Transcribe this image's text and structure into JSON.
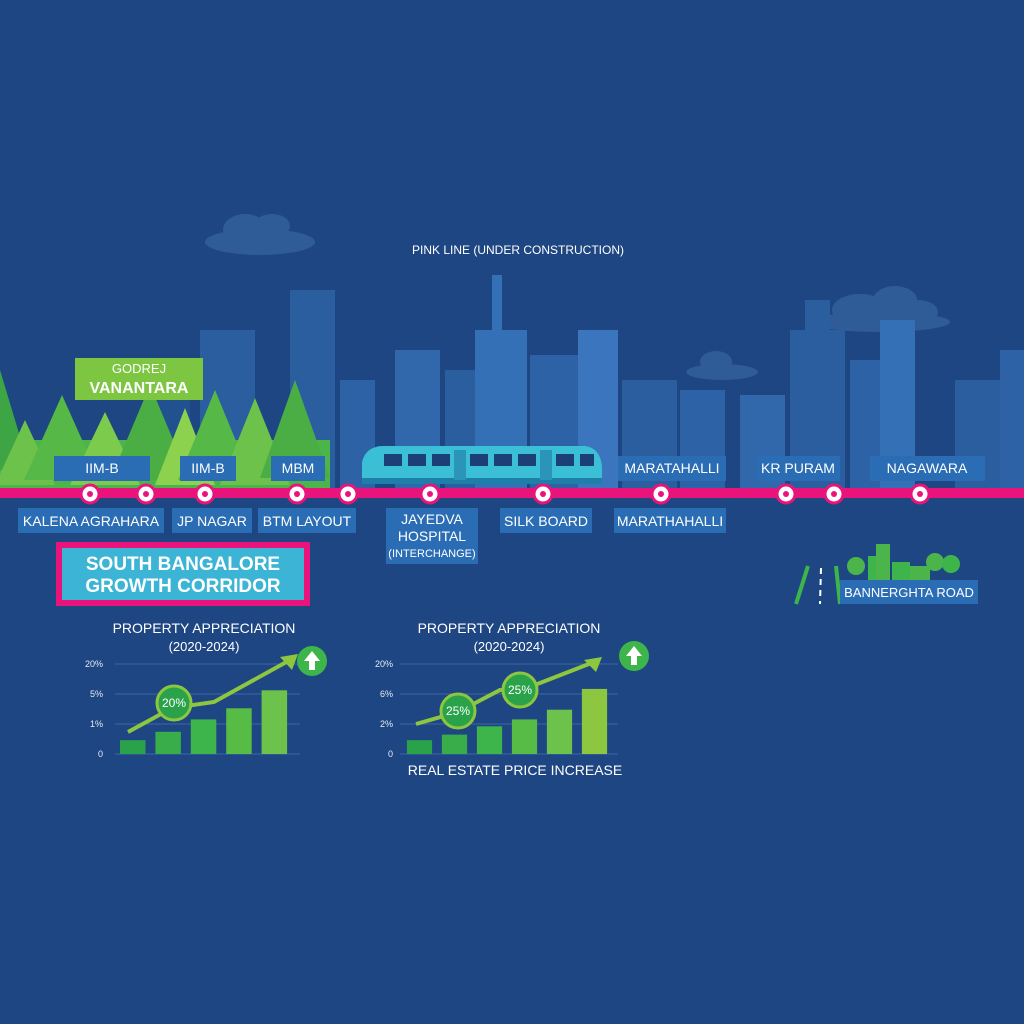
{
  "line_title": "PINK LINE (UNDER CONSTRUCTION)",
  "project": {
    "line1": "GODREJ",
    "line2": "VANANTARA"
  },
  "top_stations": [
    "IIM-B",
    "IIM-B",
    "MBM",
    "MARATAHALLI",
    "KR PURAM",
    "NAGAWARA"
  ],
  "bottom_stations": [
    "KALENA AGRAHARA",
    "JP NAGAR",
    "BTM LAYOUT",
    "SILK BOARD",
    "MARATHAHALLI"
  ],
  "interchange": {
    "line1": "JAYEDVA",
    "line2": "HOSPITAL",
    "line3": "(INTERCHANGE)"
  },
  "corridor": {
    "line1": "SOUTH BANGALORE",
    "line2": "GROWTH CORRIDOR"
  },
  "road_label": "BANNERGHTA ROAD",
  "colors": {
    "background": "#1e4682",
    "pink_line": "#e8147c",
    "green": "#3db54a",
    "lime": "#8dc63f",
    "label_box": "#2a6db5",
    "train": "#3bbfd6"
  },
  "icons": [
    "up-arrow-icon",
    "train-icon",
    "road-icon",
    "buildings-icon",
    "tree-icon",
    "cloud-icon"
  ],
  "chart_data": [
    {
      "type": "bar",
      "title": "PROPERTY APPRECIATION",
      "subtitle": "(2020-2024)",
      "yticks": [
        "20%",
        "5%",
        "1%",
        "0"
      ],
      "values": [
        1,
        1.6,
        2.5,
        3.3,
        4.6
      ],
      "ylim": [
        0,
        6.5
      ],
      "badge": "20%"
    },
    {
      "type": "bar",
      "title": "PROPERTY APPRECIATION",
      "subtitle": "(2020-2024)",
      "yticks": [
        "20%",
        "6%",
        "2%",
        "0"
      ],
      "values": [
        1,
        1.4,
        2,
        2.5,
        3.2,
        4.7
      ],
      "ylim": [
        0,
        6.5
      ],
      "badges": [
        "25%",
        "25%"
      ],
      "caption": "REAL ESTATE PRICE INCREASE"
    }
  ]
}
